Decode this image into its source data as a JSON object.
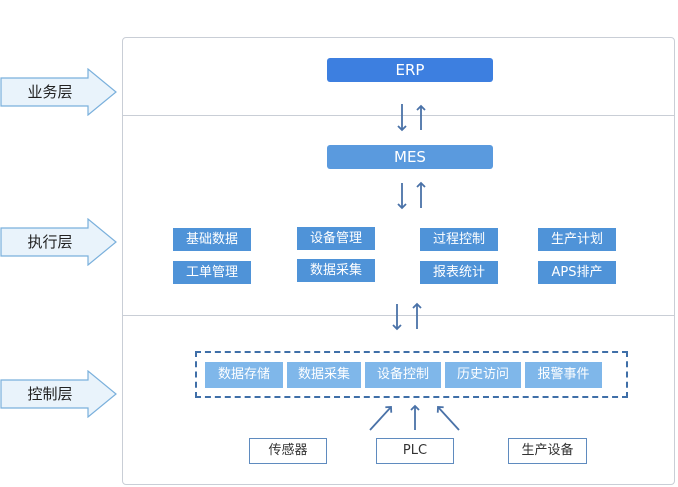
{
  "layers": {
    "business": "业务层",
    "execution": "执行层",
    "control": "控制层"
  },
  "erp": "ERP",
  "mes": "MES",
  "mes_modules": {
    "row1": [
      "基础数据",
      "设备管理",
      "过程控制",
      "生产计划"
    ],
    "row2": [
      "工单管理",
      "数据采集",
      "报表统计",
      "APS排产"
    ]
  },
  "control_modules": [
    "数据存储",
    "数据采集",
    "设备控制",
    "历史访问",
    "报警事件"
  ],
  "devices": [
    "传感器",
    "PLC",
    "生产设备"
  ],
  "colors": {
    "erp_bar": "#3d7fe0",
    "mes_bar": "#5a9ade",
    "module": "#4f93d8",
    "control_module": "#7fb7ea",
    "arrow": "#4a72a8",
    "layer_arrow_fill": "#e9f3fb",
    "layer_arrow_stroke": "#7ab0dc"
  }
}
